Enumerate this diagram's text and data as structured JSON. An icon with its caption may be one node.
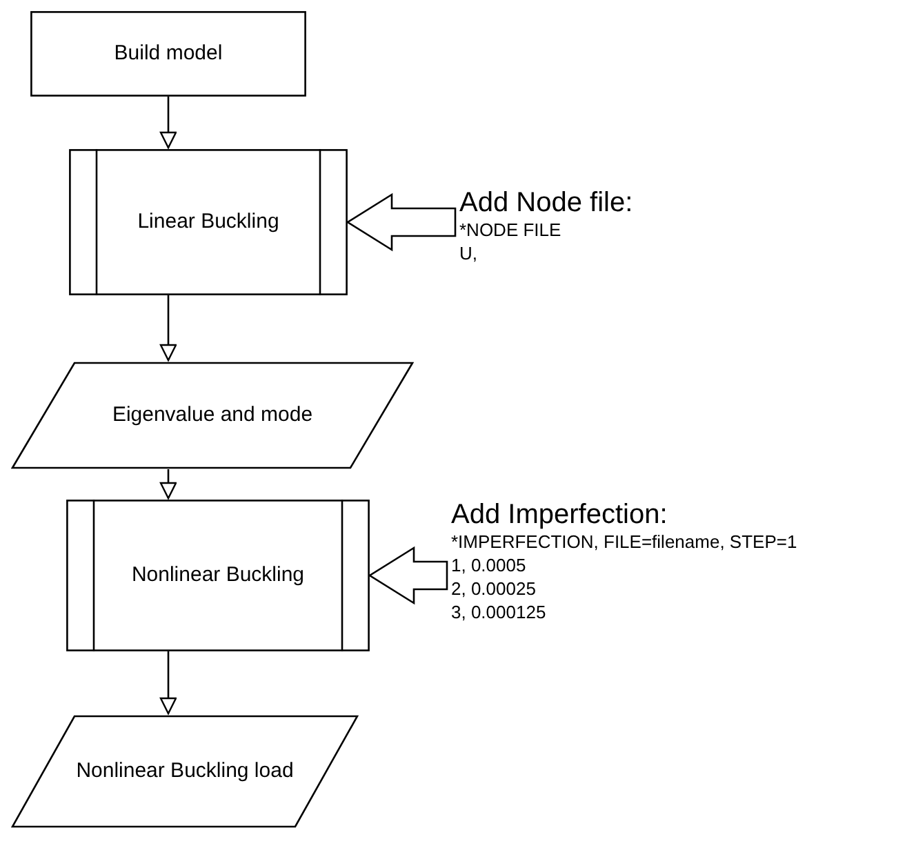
{
  "diagram": {
    "nodes": [
      {
        "text": [
          "Build model"
        ]
      },
      {
        "text": [
          "Linear Buckling"
        ]
      },
      {
        "text": [
          "Eigenvalue and mode"
        ]
      },
      {
        "text": [
          "Nonlinear Buckling"
        ]
      },
      {
        "text": [
          "Nonlinear Buckling load"
        ]
      },
      {
        "text": [
          "Add Node file:",
          "*NODE FILE",
          "U,"
        ]
      },
      {
        "text": [
          "Add Imperfection:",
          "*IMPERFECTION, FILE=filename, STEP=1",
          "1, 0.0005",
          "2, 0.00025",
          "3, 0.000125"
        ]
      }
    ],
    "edges": [
      {
        "from": 0,
        "to": 1,
        "arrow": "to"
      },
      {
        "from": 1,
        "to": 2,
        "arrow": "to"
      },
      {
        "from": 2,
        "to": 3,
        "arrow": "to"
      },
      {
        "from": 3,
        "to": 4,
        "arrow": "to"
      },
      {
        "from": 5,
        "to": 1,
        "arrow": "to",
        "style": "thick"
      },
      {
        "from": 6,
        "to": 3,
        "arrow": "to",
        "style": "thick"
      }
    ]
  }
}
